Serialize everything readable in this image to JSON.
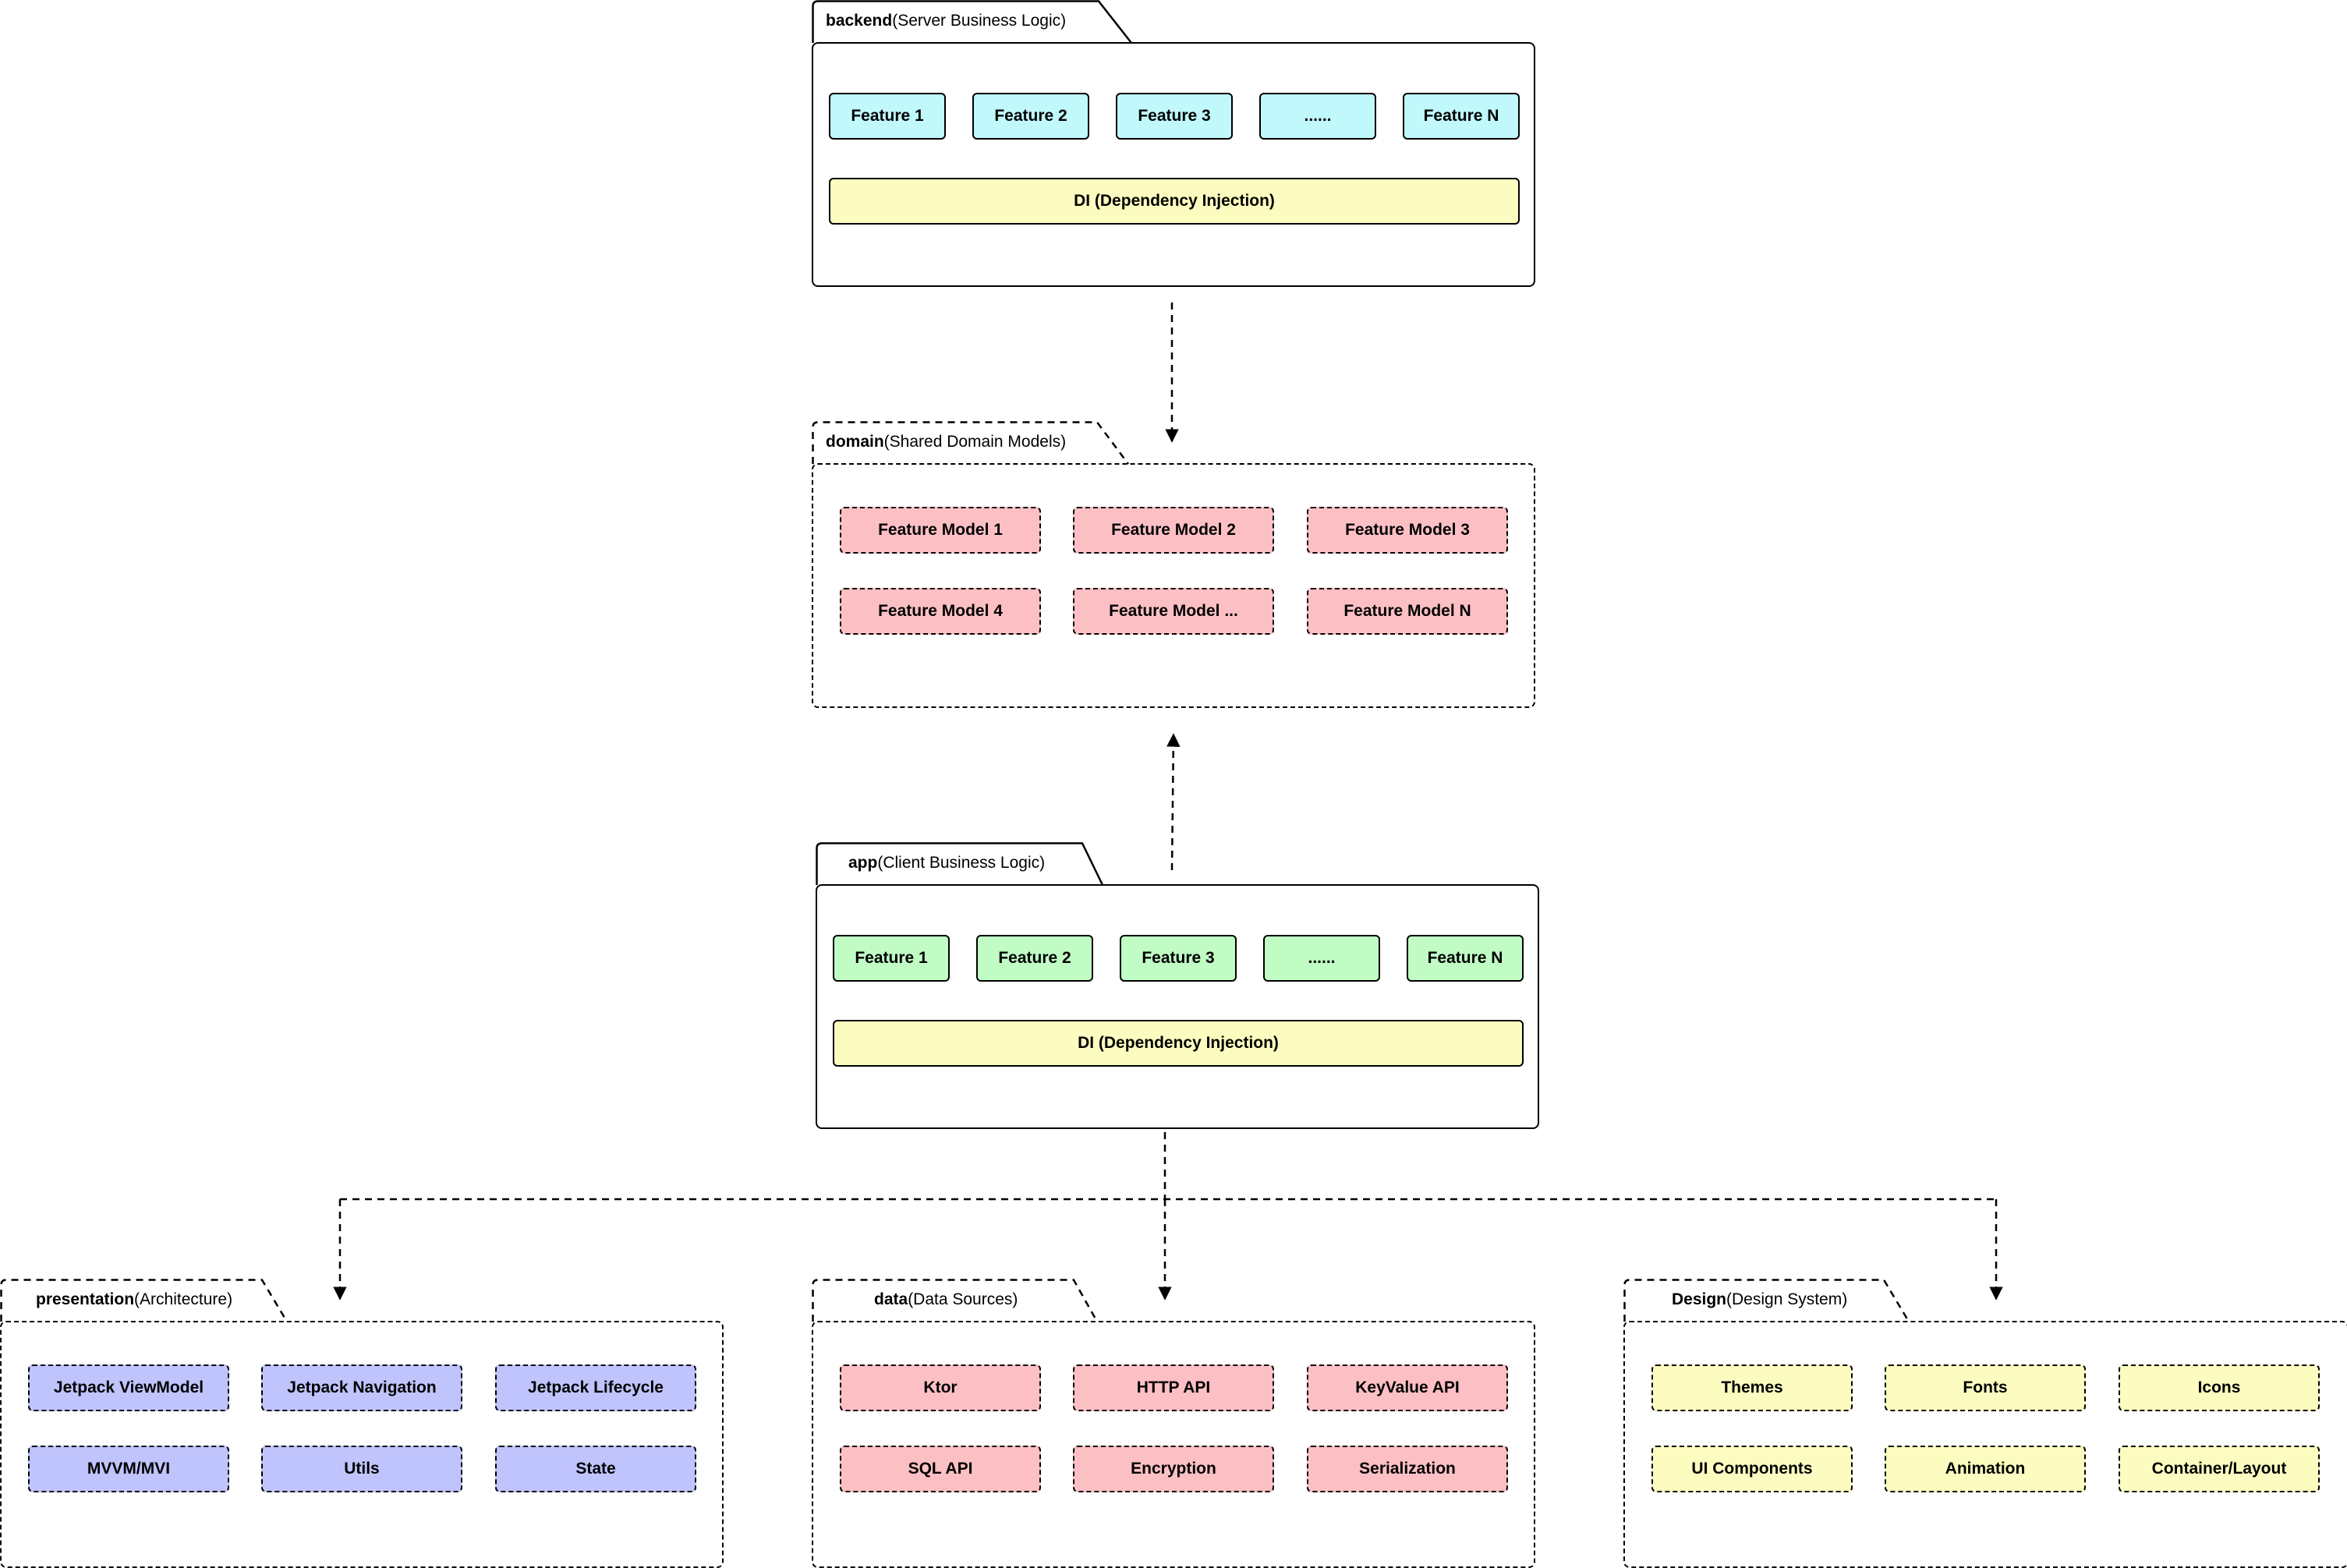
{
  "colors": {
    "cyan": "#c0f8fb",
    "yellow": "#fcfcc0",
    "pink": "#fcc0c4",
    "green": "#c0fcc4",
    "purple": "#c0c4fc"
  },
  "packages": {
    "backend": {
      "name": "backend",
      "desc": "(Server Business Logic)",
      "features": [
        "Feature 1",
        "Feature 2",
        "Feature 3",
        "......",
        "Feature N"
      ],
      "di": "DI (Dependency Injection)"
    },
    "domain": {
      "name": "domain",
      "desc": "(Shared Domain Models)",
      "models": [
        "Feature Model 1",
        "Feature Model 2",
        "Feature Model 3",
        "Feature Model 4",
        "Feature Model ...",
        "Feature Model N"
      ]
    },
    "app": {
      "name": "app",
      "desc": "(Client Business Logic)",
      "features": [
        "Feature 1",
        "Feature 2",
        "Feature 3",
        "......",
        "Feature N"
      ],
      "di": "DI (Dependency Injection)"
    },
    "presentation": {
      "name": "presentation",
      "desc": "(Architecture)",
      "items": [
        "Jetpack ViewModel",
        "Jetpack Navigation",
        "Jetpack Lifecycle",
        "MVVM/MVI",
        "Utils",
        "State"
      ]
    },
    "data": {
      "name": "data",
      "desc": "(Data Sources)",
      "items": [
        "Ktor",
        "HTTP API",
        "KeyValue API",
        "SQL API",
        "Encryption",
        "Serialization"
      ]
    },
    "design": {
      "name": "Design",
      "desc": "(Design System)",
      "items": [
        "Themes",
        "Fonts",
        "Icons",
        "UI Components",
        "Animation",
        "Container/Layout"
      ]
    }
  }
}
